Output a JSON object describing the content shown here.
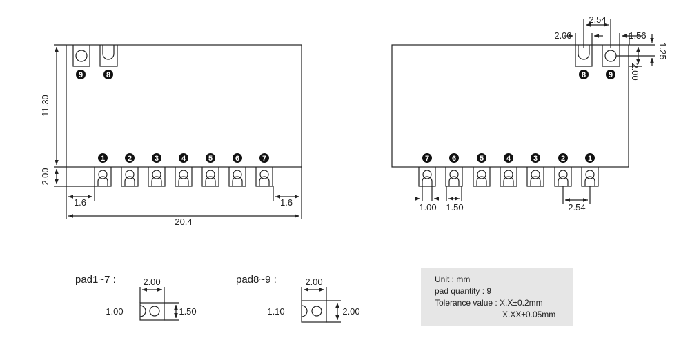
{
  "left_view": {
    "pins_bottom": [
      "1",
      "2",
      "3",
      "4",
      "5",
      "6",
      "7"
    ],
    "pins_top": [
      "9",
      "8"
    ],
    "dims": {
      "height": "11.30",
      "pad_height": "2.00",
      "left_offset": "1.6",
      "right_offset": "1.6",
      "width": "20.4"
    }
  },
  "right_view": {
    "pins_bottom": [
      "7",
      "6",
      "5",
      "4",
      "3",
      "2",
      "1"
    ],
    "pins_top": [
      "8",
      "9"
    ],
    "dims": {
      "pitch_top": "2.54",
      "pad_width": "2.00",
      "edge_offset": "1.56",
      "hole_offset": "1.25",
      "pad_height": "2.00",
      "hole_dia": "1.00",
      "pad_len": "1.50",
      "pitch_bottom": "2.54"
    }
  },
  "pad1_7": {
    "label": "pad1~7 :",
    "width": "2.00",
    "hole": "1.00",
    "height": "1.50"
  },
  "pad8_9": {
    "label": "pad8~9 :",
    "width": "2.00",
    "hole": "1.10",
    "height": "2.00"
  },
  "info": {
    "unit": "Unit : mm",
    "pad_quantity": "pad quantity : 9",
    "tolerance_1": "Tolerance value : X.X±0.2mm",
    "tolerance_2": "X.XX±0.05mm"
  }
}
